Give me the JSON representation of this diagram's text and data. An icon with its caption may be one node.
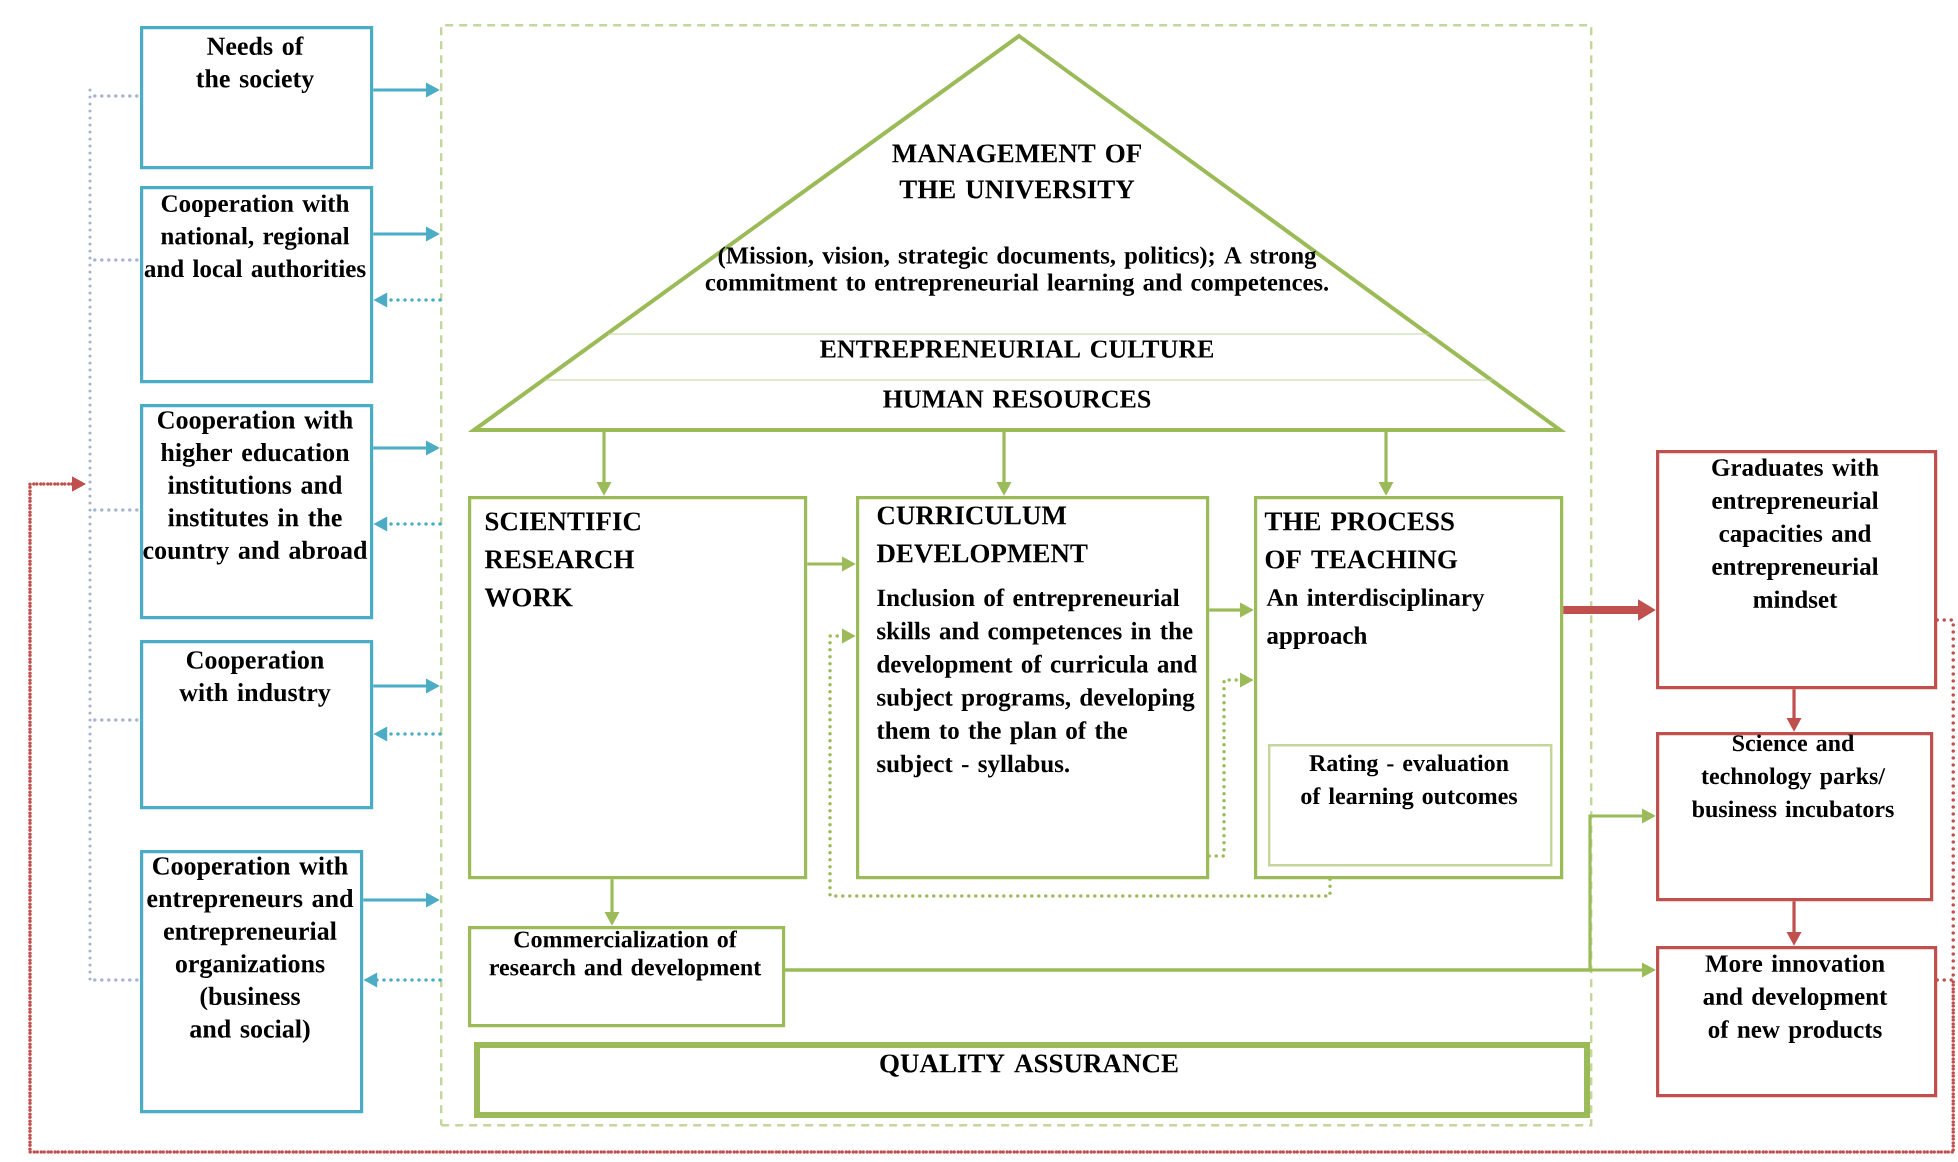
{
  "diagram": {
    "nodes": [
      {
        "text": [
          "Needs of the society"
        ]
      },
      {
        "text": [
          "Cooperation with national, regional and local authorities"
        ]
      },
      {
        "text": [
          "Cooperation with higher education institutions and institutes in the country and abroad"
        ]
      },
      {
        "text": [
          "Cooperation with industry"
        ]
      },
      {
        "text": [
          "Cooperation with entrepreneurs and entrepreneurial organizations (business and social)"
        ]
      },
      {
        "text": [],
        "shape": "box"
      },
      {
        "text": [
          "MANAGEMENT OF THE UNIVERSITY",
          "(Mission, vision, strategic documents, politics); A strong commitment to entrepreneurial learning and competences.",
          "ENTREPRENEURIAL CULTURE",
          "HUMAN RESOURCES"
        ],
        "in": 5
      },
      {
        "text": [
          "SCIENTIFIC RESEARCH WORK"
        ],
        "in": 5
      },
      {
        "text": [
          "CURRICULUM DEVELOPMENT",
          "Inclusion of entrepreneurial skills and competences in the development of curricula and subject programs, developing them to the plan of the subject - syllabus."
        ],
        "in": 5
      },
      {
        "text": [
          "THE PROCESS OF TEACHING",
          "An interdisciplinary approach"
        ],
        "in": 5
      },
      {
        "text": [
          "Rating - evaluation of learning outcomes"
        ],
        "in": 9
      },
      {
        "text": [
          "Commercialization of research and development"
        ],
        "in": 5
      },
      {
        "text": [
          "QUALITY ASSURANCE"
        ],
        "in": 5
      },
      {
        "text": [
          "Graduates with entrepreneurial capacities and entrepreneurial mindset"
        ]
      },
      {
        "text": [
          "Science and technology parks/ business incubators"
        ]
      },
      {
        "text": [
          "More innovation and development of new products"
        ]
      },
      {
        "text": [],
        "shape": "bar"
      }
    ],
    "edges": [
      {
        "from": 0,
        "to": 5,
        "arrow": "to",
        "color": "#4bacc6"
      },
      {
        "from": 1,
        "to": 5,
        "arrow": "to",
        "color": "#4bacc6"
      },
      {
        "from": 2,
        "to": 5,
        "arrow": "to",
        "color": "#4bacc6"
      },
      {
        "from": 3,
        "to": 5,
        "arrow": "to",
        "color": "#4bacc6"
      },
      {
        "from": 4,
        "to": 5,
        "arrow": "to",
        "color": "#4bacc6"
      },
      {
        "from": 5,
        "to": 1,
        "arrow": "to",
        "style": "dashed",
        "color": "#4bacc6"
      },
      {
        "from": 5,
        "to": 2,
        "arrow": "to",
        "style": "dashed",
        "color": "#4bacc6"
      },
      {
        "from": 5,
        "to": 3,
        "arrow": "to",
        "style": "dashed",
        "color": "#4bacc6"
      },
      {
        "from": 5,
        "to": 4,
        "arrow": "to",
        "style": "dashed",
        "color": "#4bacc6"
      },
      {
        "from": 6,
        "to": 7,
        "arrow": "to",
        "color": "#9bbb59"
      },
      {
        "from": 6,
        "to": 8,
        "arrow": "to",
        "color": "#9bbb59"
      },
      {
        "from": 6,
        "to": 9,
        "arrow": "to",
        "color": "#9bbb59"
      },
      {
        "from": 7,
        "to": 8,
        "arrow": "to",
        "color": "#9bbb59"
      },
      {
        "from": 8,
        "to": 9,
        "arrow": "to",
        "color": "#9bbb59"
      },
      {
        "from": 7,
        "to": 11,
        "arrow": "to",
        "color": "#9bbb59"
      },
      {
        "from": 9,
        "to": 8,
        "arrow": "to",
        "style": "dashed",
        "color": "#9bbb59"
      },
      {
        "from": 8,
        "to": 9,
        "arrow": "to",
        "style": "dashed",
        "color": "#9bbb59"
      },
      {
        "from": 9,
        "to": 13,
        "arrow": "to",
        "style": "thick",
        "color": "#c0504d"
      },
      {
        "from": 13,
        "to": 14,
        "arrow": "to",
        "color": "#c0504d"
      },
      {
        "from": 14,
        "to": 15,
        "arrow": "to",
        "color": "#c0504d"
      },
      {
        "from": 11,
        "to": 14,
        "arrow": "to",
        "color": "#9bbb59"
      },
      {
        "from": 11,
        "to": 15,
        "arrow": "to",
        "color": "#9bbb59"
      },
      {
        "from": 13,
        "to": 16,
        "arrow": "to",
        "style": "dashed",
        "color": "#c0504d"
      },
      {
        "from": 15,
        "to": 16,
        "arrow": "to",
        "style": "dashed",
        "color": "#c0504d"
      },
      {
        "from": 16,
        "to": 0,
        "arrow": "none",
        "style": "dashed",
        "color": "#a6b4d0"
      },
      {
        "from": 16,
        "to": 1,
        "arrow": "none",
        "style": "dashed",
        "color": "#a6b4d0"
      },
      {
        "from": 16,
        "to": 2,
        "arrow": "none",
        "style": "dashed",
        "color": "#a6b4d0"
      },
      {
        "from": 16,
        "to": 3,
        "arrow": "none",
        "style": "dashed",
        "color": "#a6b4d0"
      },
      {
        "from": 16,
        "to": 4,
        "arrow": "none",
        "style": "dashed",
        "color": "#a6b4d0"
      }
    ]
  }
}
